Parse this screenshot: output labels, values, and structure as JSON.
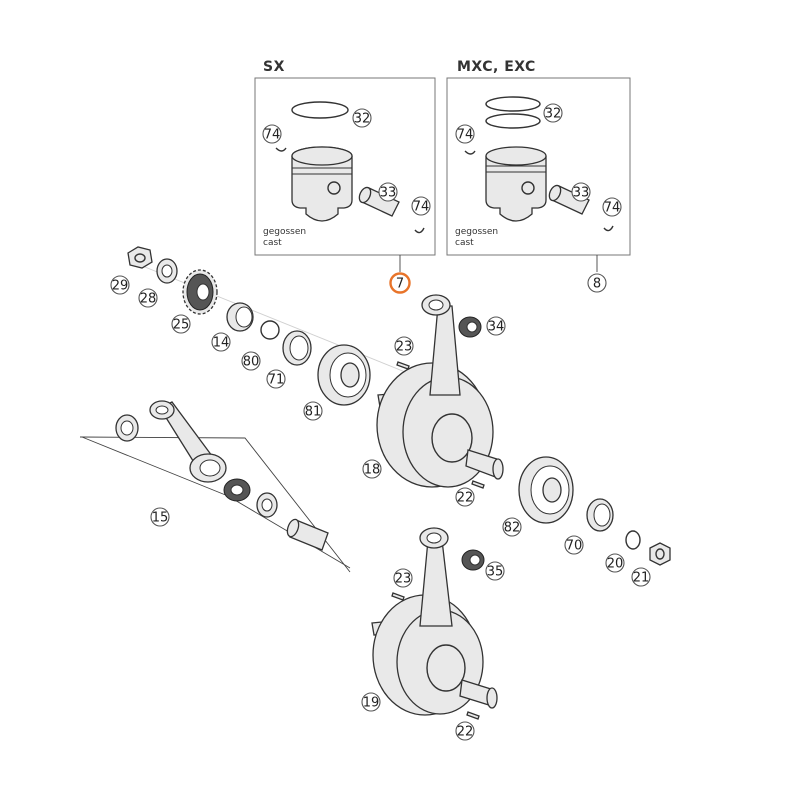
{
  "panels": {
    "sx": {
      "title": "SX",
      "note_line1": "gegossen",
      "note_line2": "cast",
      "callout": "7"
    },
    "mxc": {
      "title": "MXC, EXC",
      "note_line1": "gegossen",
      "note_line2": "cast",
      "callout": "8"
    }
  },
  "accent_color": "#e8742a",
  "labels": {
    "sx_ring": "32",
    "sx_clip": "74",
    "sx_pin": "33",
    "sx_clip2": "74",
    "mxc_ring": "32",
    "mxc_clip": "74",
    "mxc_pin": "33",
    "mxc_clip2": "74",
    "nut": "29",
    "washer": "28",
    "gear": "25",
    "bush": "14",
    "oring": "80",
    "seal": "71",
    "bearing_left": "81",
    "needle_top": "34",
    "key_top": "23",
    "crank_top": "18",
    "key_top2": "22",
    "bearing_right": "82",
    "seal_right": "70",
    "washer_right": "20",
    "nut_right": "21",
    "conrod_kit": "15",
    "needle_bottom": "35",
    "key_bottom": "23",
    "crank_bottom": "19",
    "key_bottom2": "22"
  }
}
